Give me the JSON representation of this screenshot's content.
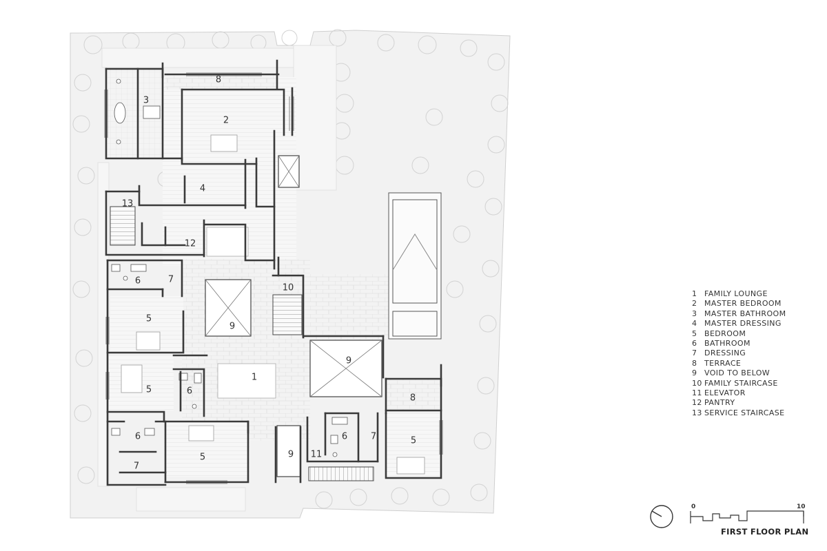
{
  "title": "FIRST FLOOR PLAN",
  "legend": [
    {
      "num": "1",
      "label": "FAMILY LOUNGE"
    },
    {
      "num": "2",
      "label": "MASTER BEDROOM"
    },
    {
      "num": "3",
      "label": "MASTER BATHROOM"
    },
    {
      "num": "4",
      "label": "MASTER DRESSING"
    },
    {
      "num": "5",
      "label": "BEDROOM"
    },
    {
      "num": "6",
      "label": "BATHROOM"
    },
    {
      "num": "7",
      "label": "DRESSING"
    },
    {
      "num": "8",
      "label": "TERRACE"
    },
    {
      "num": "9",
      "label": "VOID TO BELOW"
    },
    {
      "num": "10",
      "label": "FAMILY STAIRCASE"
    },
    {
      "num": "11",
      "label": "ELEVATOR"
    },
    {
      "num": "12",
      "label": "PANTRY"
    },
    {
      "num": "13",
      "label": "SERVICE STAIRCASE"
    }
  ],
  "room_labels": [
    "8",
    "3",
    "2",
    "4",
    "13",
    "12",
    "6",
    "7",
    "10",
    "9",
    "5",
    "1",
    "9",
    "5",
    "6",
    "8",
    "6",
    "5",
    "9",
    "11",
    "6",
    "7",
    "5",
    "7"
  ],
  "scale": {
    "start": "0",
    "end": "10"
  },
  "colors": {
    "site": "#f2f2f2",
    "wall": "#3a3a3a",
    "floor": "#f7f7f7"
  }
}
